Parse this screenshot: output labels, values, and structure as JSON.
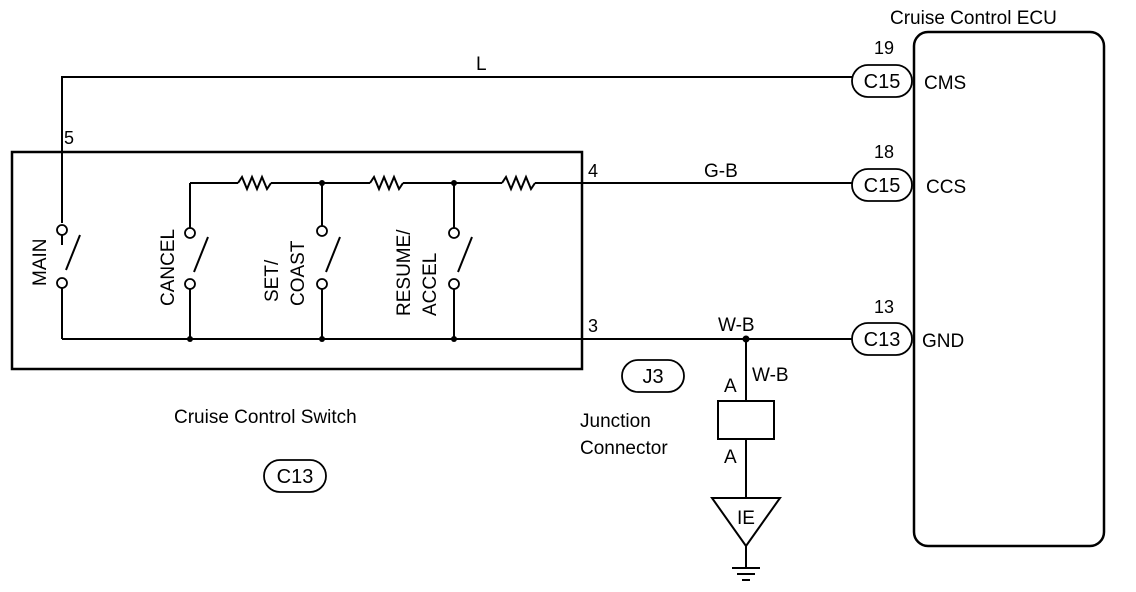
{
  "ecu": {
    "title": "Cruise Control ECU",
    "pins": [
      {
        "number": "19",
        "connector": "C15",
        "signal": "CMS"
      },
      {
        "number": "18",
        "connector": "C15",
        "signal": "CCS"
      },
      {
        "number": "13",
        "connector": "C13",
        "signal": "GND"
      }
    ]
  },
  "wires": {
    "main_wire": "L",
    "ccs_wire": "G-B",
    "gnd_wire": "W-B",
    "ground_drop_wire": "W-B"
  },
  "switch": {
    "label": "Cruise Control Switch",
    "connector": "C13",
    "pin_main": "5",
    "pin_signal": "4",
    "pin_ground": "3",
    "contacts": {
      "main": "MAIN",
      "cancel": "CANCEL",
      "set_line1": "SET/",
      "set_line2": "COAST",
      "resume_line1": "RESUME/",
      "resume_line2": "ACCEL"
    }
  },
  "junction": {
    "connector": "J3",
    "label_line1": "Junction",
    "label_line2": "Connector",
    "terminal_top": "A",
    "terminal_bottom": "A"
  },
  "ground": {
    "label": "IE"
  }
}
